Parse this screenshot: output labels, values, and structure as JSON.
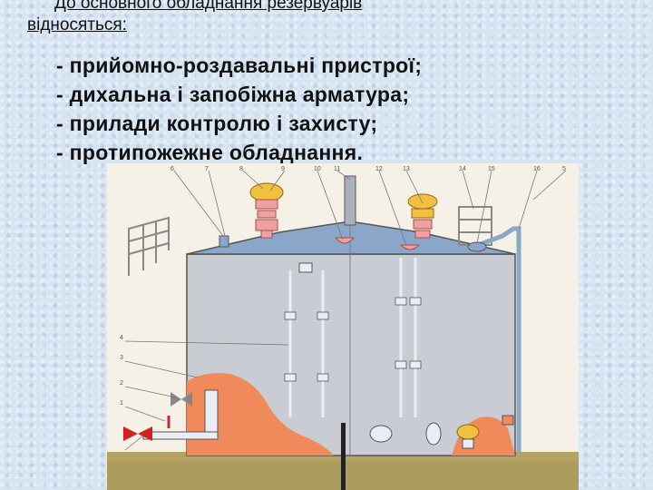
{
  "heading": {
    "line1": "До основного обладнання резервуарів",
    "line2": "відносяться:"
  },
  "items": [
    "- прийомно-роздавальні пристрої;",
    "- дихальна і запобіжна арматура;",
    "- прилади контролю і захисту;",
    "- протипожежне обладнання."
  ],
  "figure": {
    "callouts": [
      "6",
      "7",
      "8",
      "9",
      "10",
      "11",
      "12",
      "13",
      "14",
      "15",
      "16",
      "5",
      "4",
      "3",
      "2",
      "1"
    ],
    "colors": {
      "tank": "#c9ccd2",
      "roof": "#8aa6c8",
      "sediment": "#f08a5a",
      "valves": "#f0a0a0",
      "yellow_caps": "#f2c040",
      "ground": "#b5a364",
      "paper": "#f6f1e7"
    }
  }
}
